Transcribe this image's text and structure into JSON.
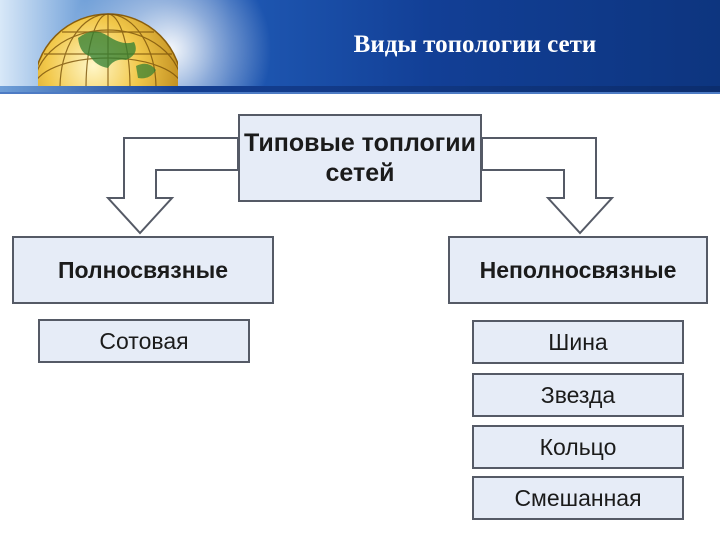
{
  "slide": {
    "title": "Виды топологии сети"
  },
  "diagram": {
    "root": "Типовые топлогии сетей",
    "left_category": "Полносвязные",
    "right_category": "Неполносвязные",
    "left_items": [
      "Сотовая"
    ],
    "right_items": [
      "Шина",
      "Звезда",
      "Кольцо",
      "Смешанная"
    ]
  },
  "colors": {
    "box_fill": "#e6ecf7",
    "box_border": "#555a66",
    "header_blue": "#123f96"
  },
  "icons": {
    "logo": "globe-icon"
  }
}
